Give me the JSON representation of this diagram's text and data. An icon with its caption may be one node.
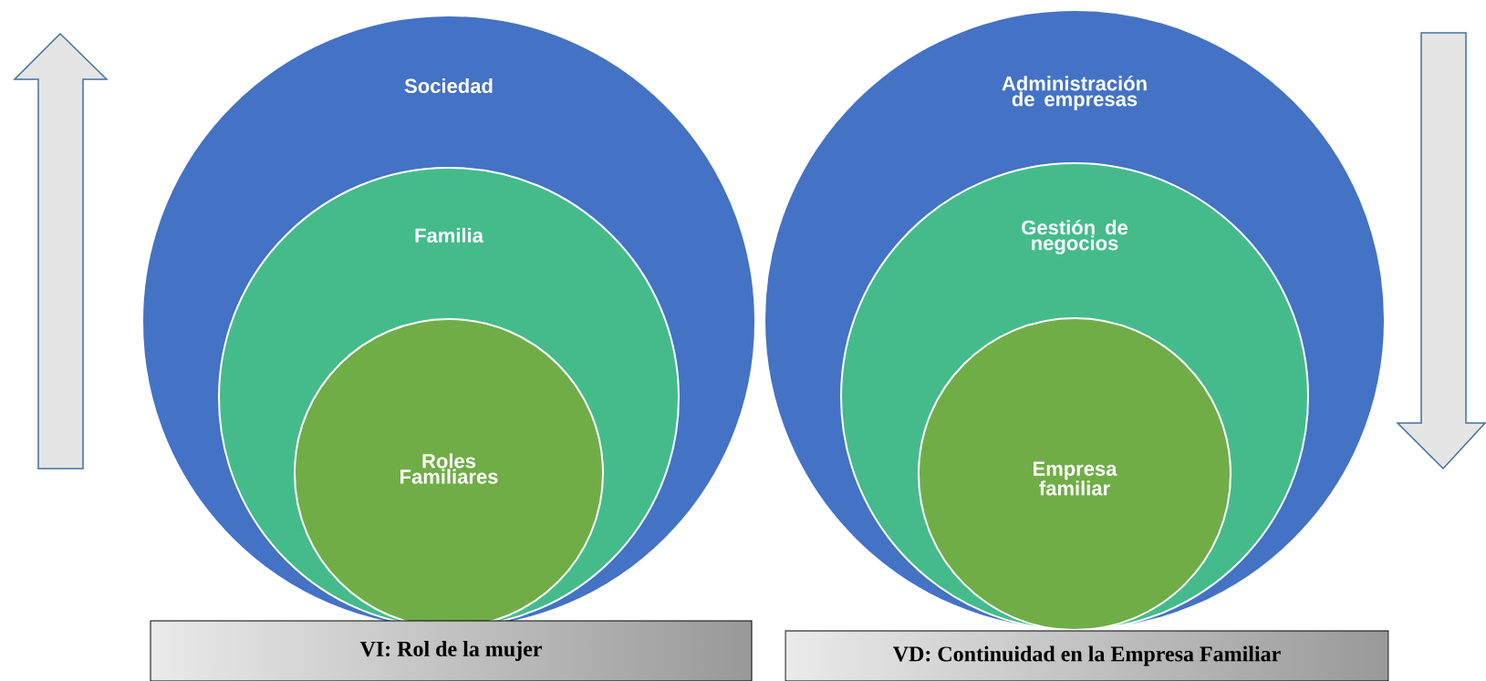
{
  "diagram": {
    "nodes": [
      {
        "text": [
          "Sociedad"
        ]
      },
      {
        "text": [
          "Familia"
        ],
        "in": 0
      },
      {
        "text": [
          "Roles Familiares"
        ],
        "in": 1
      },
      {
        "text": [
          "Administración de empresas"
        ]
      },
      {
        "text": [
          "Gestión de negocios"
        ],
        "in": 3
      },
      {
        "text": [
          "Empresa familiar"
        ],
        "in": 4
      },
      {
        "text": [
          "VI: Rol de la mujer"
        ]
      },
      {
        "text": [
          "VD: Continuidad en la Empresa Familiar"
        ]
      }
    ]
  }
}
